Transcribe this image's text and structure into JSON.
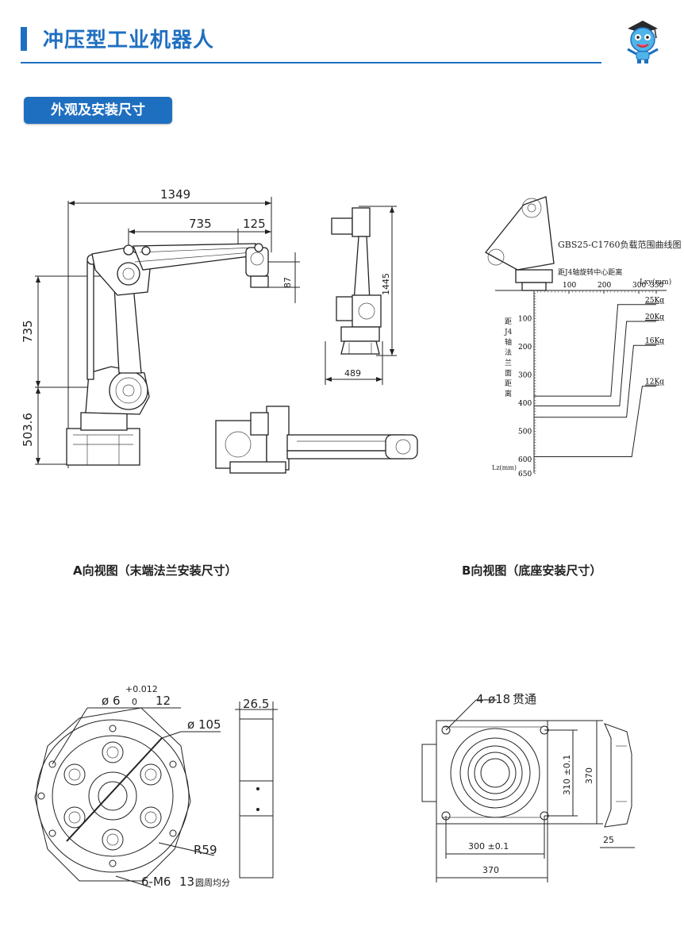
{
  "header": {
    "title": "冲压型工业机器人",
    "section_label": "外观及安装尺寸"
  },
  "side_view": {
    "dims": {
      "reach": "1349",
      "upper": "735",
      "wrist": "125",
      "flange": "87",
      "arm_height": "735",
      "base_height": "503.6"
    }
  },
  "rear_view": {
    "dims": {
      "height": "1445",
      "width": "489"
    }
  },
  "load_chart": {
    "title": "GBS25-C1760负载范围曲线图",
    "xlabel": "距J4轴旋转中心距离",
    "xunit": "Lxy(mm)",
    "ylabel": "距J4轴法兰面距离",
    "yunit": "Lz(mm)",
    "x_ticks": [
      "100",
      "200",
      "300",
      "350"
    ],
    "y_ticks": [
      "100",
      "200",
      "300",
      "400",
      "500",
      "600",
      "650"
    ],
    "curves": [
      "25Kg",
      "20Kg",
      "16Kg",
      "12Kg"
    ]
  },
  "chart_data": {
    "type": "line",
    "title": "GBS25-C1760负载范围曲线图",
    "xlabel": "距J4轴旋转中心距离 Lxy(mm)",
    "ylabel": "距J4轴法兰面距离 Lz(mm)",
    "xlim": [
      0,
      350
    ],
    "ylim": [
      0,
      650
    ],
    "series": [
      {
        "name": "25Kg",
        "points": [
          [
            0,
            375
          ],
          [
            220,
            375
          ],
          [
            240,
            50
          ],
          [
            350,
            50
          ]
        ]
      },
      {
        "name": "20Kg",
        "points": [
          [
            0,
            410
          ],
          [
            245,
            410
          ],
          [
            265,
            110
          ],
          [
            350,
            110
          ]
        ]
      },
      {
        "name": "16Kg",
        "points": [
          [
            0,
            450
          ],
          [
            265,
            450
          ],
          [
            285,
            195
          ],
          [
            350,
            195
          ]
        ]
      },
      {
        "name": "12Kg",
        "points": [
          [
            0,
            590
          ],
          [
            280,
            590
          ],
          [
            310,
            340
          ],
          [
            350,
            340
          ]
        ]
      }
    ]
  },
  "captions": {
    "a_view": "A向视图（末端法兰安装尺寸）",
    "b_view": "B向视图（底座安装尺寸）"
  },
  "flange_view": {
    "dims": {
      "pin": "ø 6",
      "tol_top": "+0.012",
      "tol_bottom": "0",
      "pin_depth": "12",
      "pcd": "ø 105",
      "radius": "R59",
      "holes": "6-M6",
      "hole_depth": "13",
      "hole_note": "圆周均分",
      "thickness": "26.5"
    }
  },
  "base_view": {
    "dims": {
      "holes": "4-ø18",
      "through": "贯通",
      "pitch_y": "310 ±0.1",
      "size_y": "370",
      "pitch_x": "300 ±0.1",
      "size_x": "370",
      "plate": "25"
    }
  }
}
